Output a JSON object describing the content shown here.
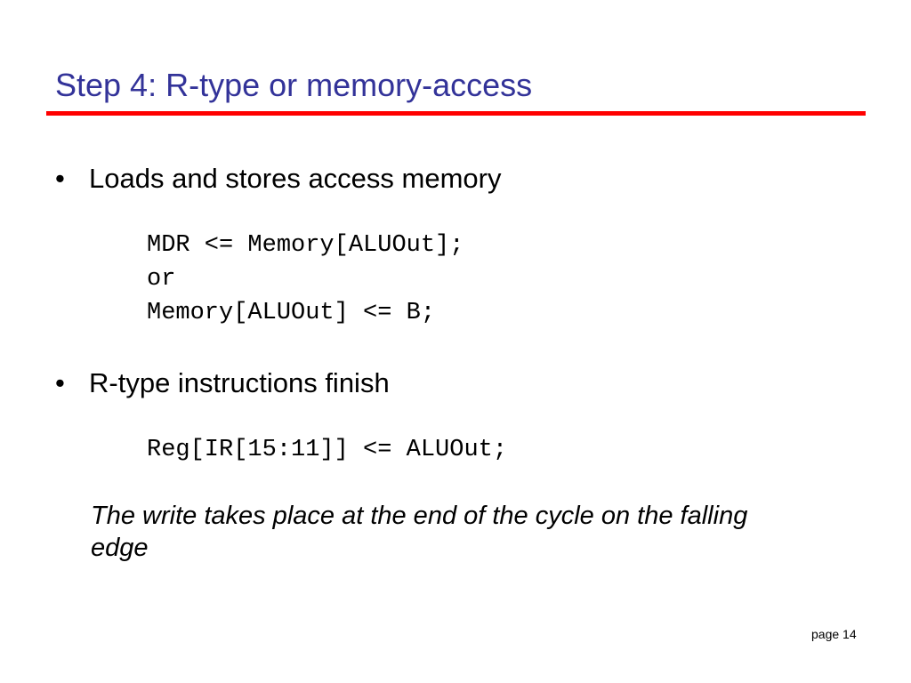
{
  "slide": {
    "title": "Step 4: R-type or memory-access",
    "bullets": [
      {
        "marker": "•",
        "text": "Loads and stores access memory",
        "code": [
          "MDR <= Memory[ALUOut];",
          "or",
          "Memory[ALUOut] <= B;"
        ]
      },
      {
        "marker": "•",
        "text": "R-type instructions finish",
        "code": [
          "Reg[IR[15:11]] <= ALUOut;"
        ]
      }
    ],
    "note": "The write takes place at the end of the cycle on the falling edge",
    "page_label": "page 14"
  },
  "colors": {
    "title": "#333399",
    "rule": "#ff0000",
    "text": "#000000",
    "background": "#ffffff"
  }
}
